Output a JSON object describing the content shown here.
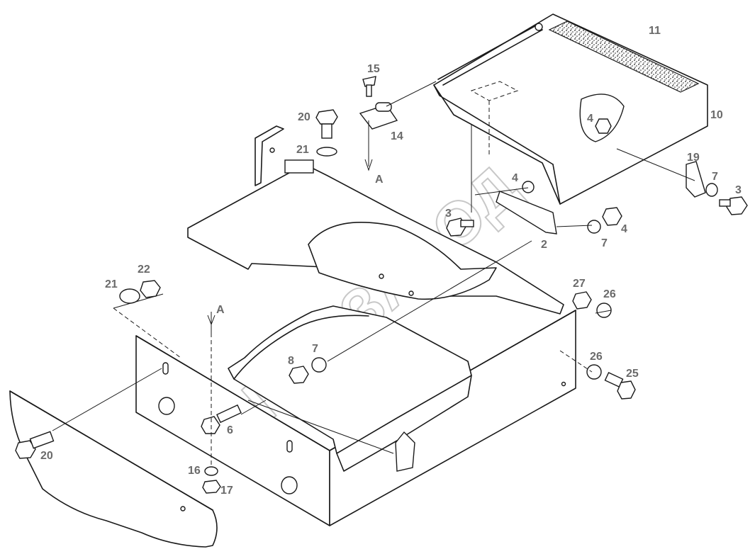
{
  "labels": {
    "p2": "2",
    "p3a": "3",
    "p3b": "3",
    "p4a": "4",
    "p4b": "4",
    "p4c": "4",
    "p6": "6",
    "p7a": "7",
    "p7b": "7",
    "p7c": "7",
    "p8": "8",
    "p10": "10",
    "p11": "11",
    "p14": "14",
    "p15": "15",
    "p16": "16",
    "p17": "17",
    "p19": "19",
    "p20a": "20",
    "p20b": "20",
    "p21a": "21",
    "p21b": "21",
    "p22": "22",
    "p25": "25",
    "p26a": "26",
    "p26b": "26",
    "p27": "27"
  },
  "view_markers": {
    "a1": "A",
    "a2": "A"
  },
  "watermark": "СПЕЦЗАВОД"
}
